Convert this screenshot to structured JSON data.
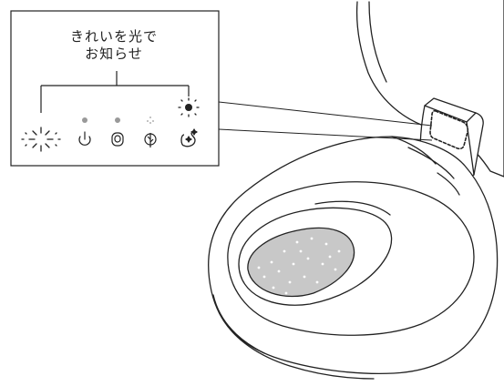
{
  "callout": {
    "caption_line1": "きれいを光で",
    "caption_line2": "お知らせ"
  },
  "indicators": [
    {
      "icon": "power-icon",
      "state": "off"
    },
    {
      "icon": "bowl-icon",
      "state": "off"
    },
    {
      "icon": "leaf-icon",
      "state": "dim"
    },
    {
      "icon": "sparkle-clean-icon",
      "state": "on"
    }
  ],
  "left_indicator": {
    "icon": "sparkle-burst-icon",
    "state": "blinking"
  },
  "colors": {
    "line": "#222222",
    "indicator_dot": "#999999",
    "bowl_water": "#c8c8c8"
  }
}
